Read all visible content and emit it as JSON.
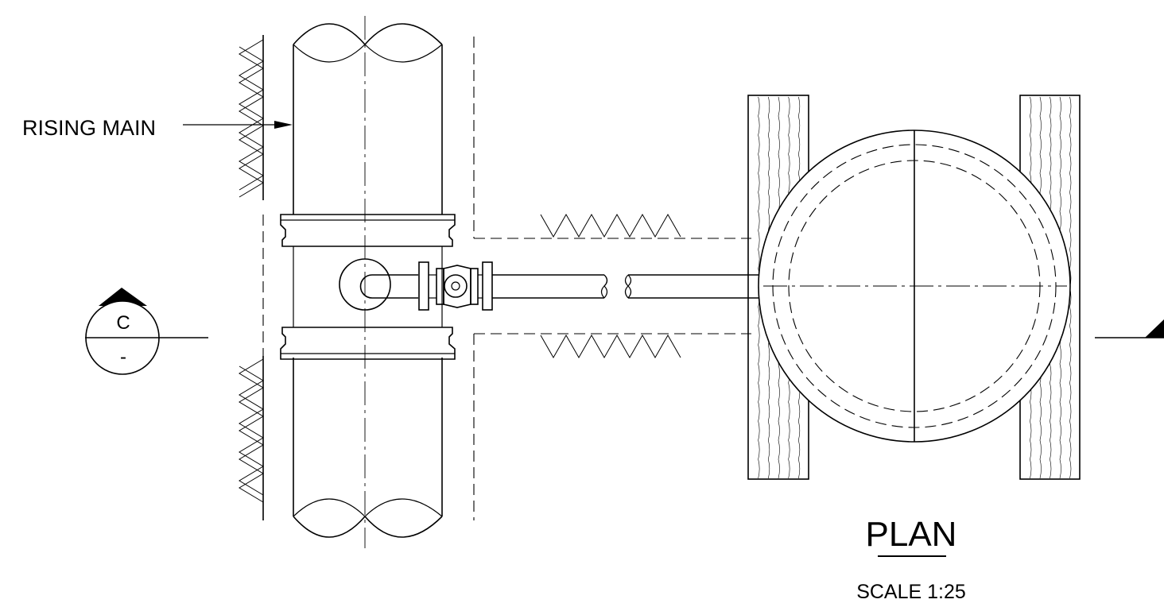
{
  "labels": {
    "rising_main": "RISING MAIN",
    "title": "PLAN",
    "scale": "SCALE 1:25"
  },
  "section_marker": {
    "letter": "C",
    "sheet": "-"
  }
}
